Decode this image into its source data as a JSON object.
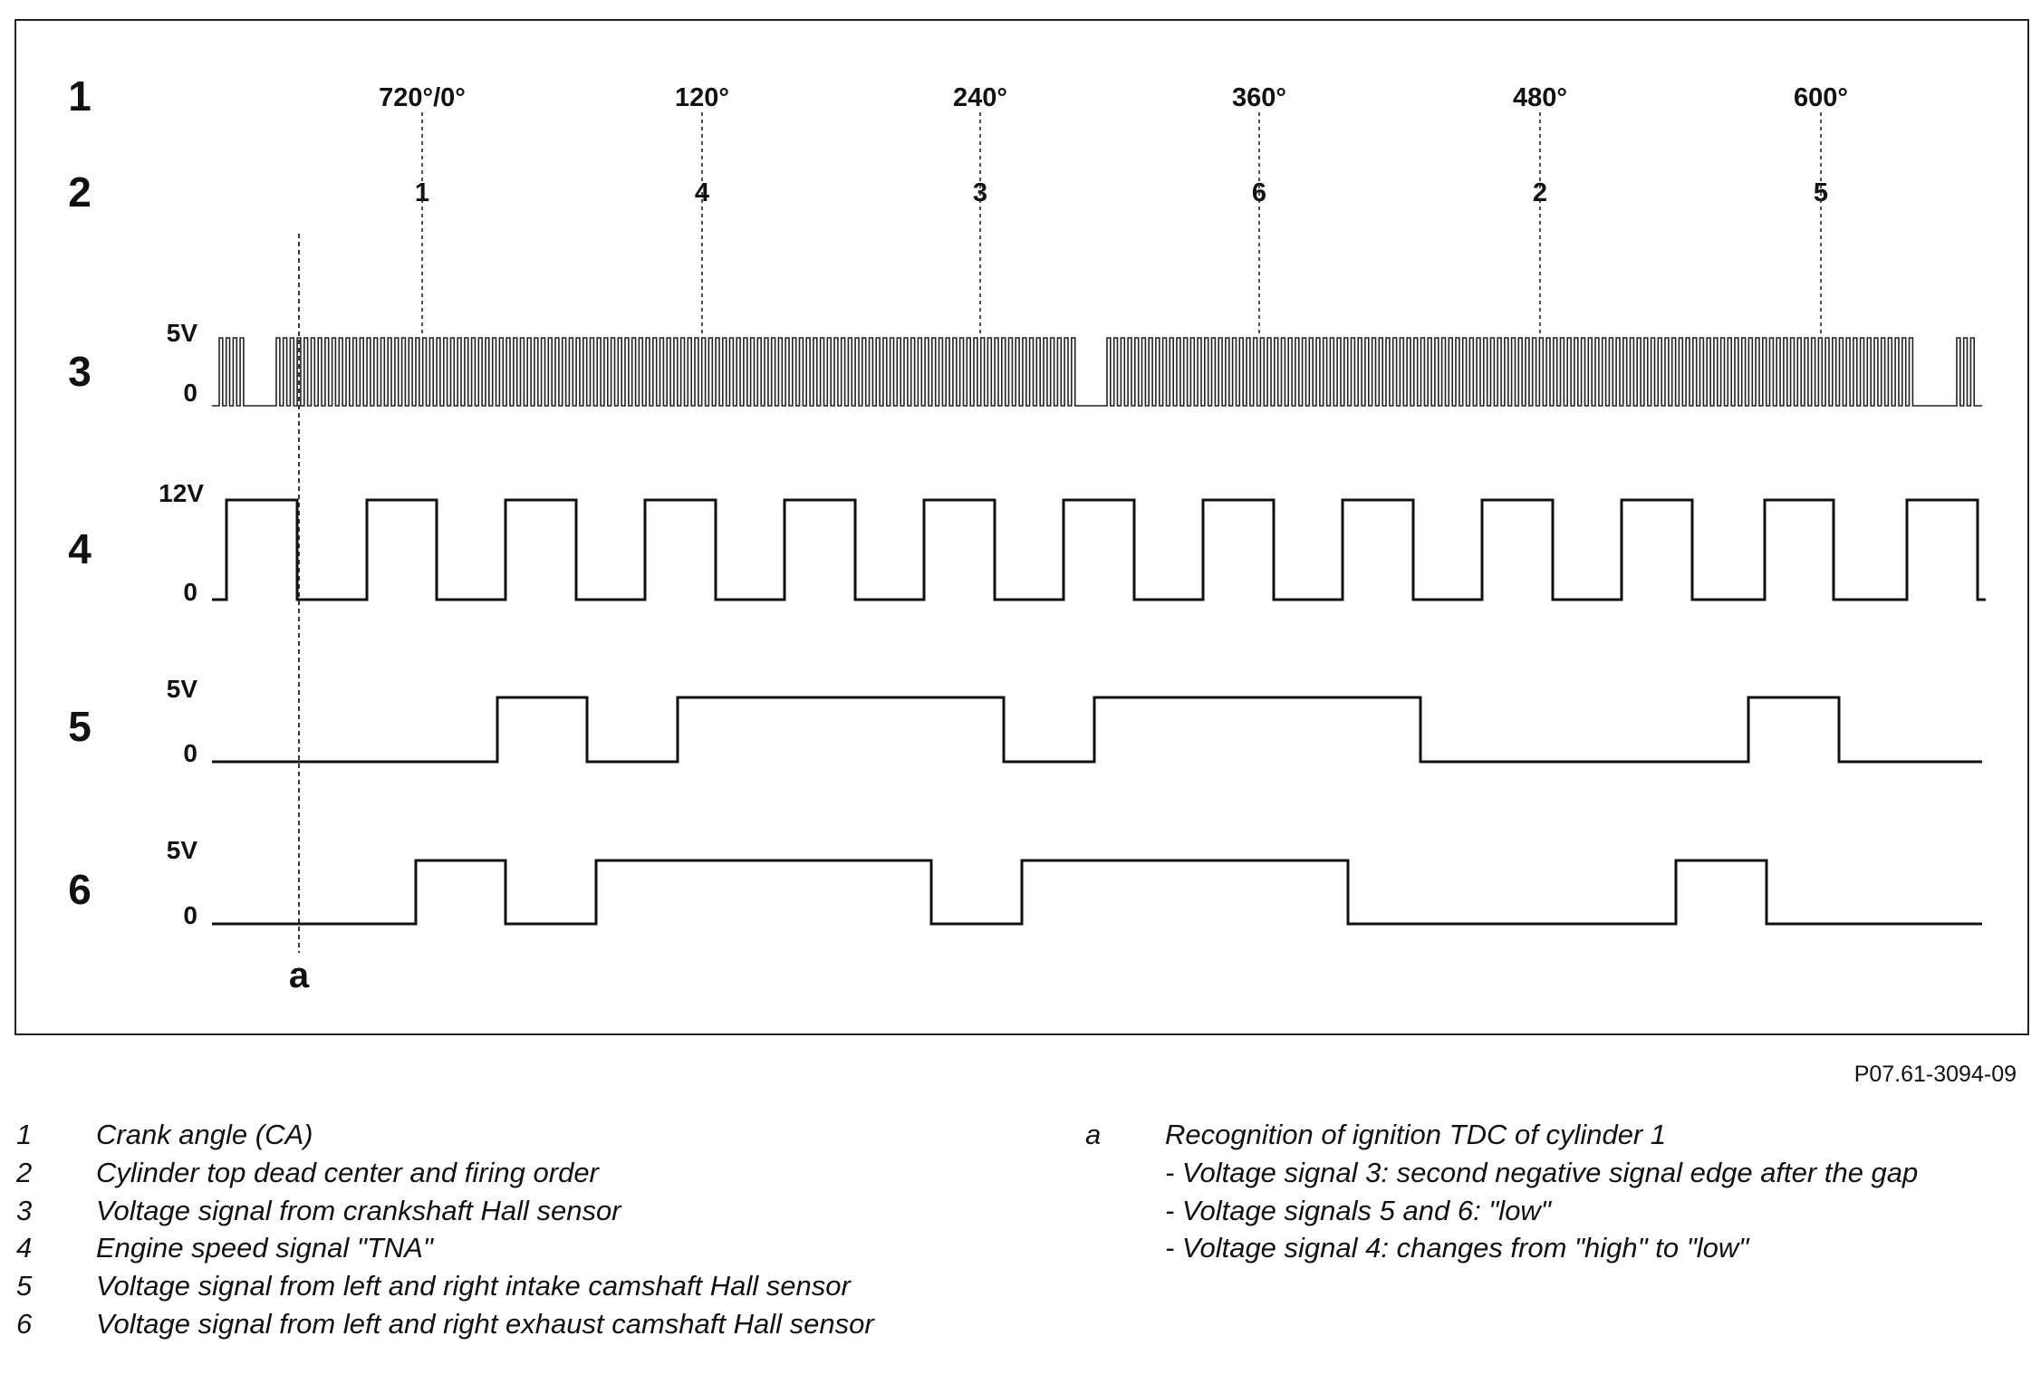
{
  "row_labels": [
    "1",
    "2",
    "3",
    "4",
    "5",
    "6"
  ],
  "crank_angles": [
    "720°/0°",
    "120°",
    "240°",
    "360°",
    "480°",
    "600°"
  ],
  "firing_order": [
    "1",
    "4",
    "3",
    "6",
    "2",
    "5"
  ],
  "level_labels": {
    "row3": {
      "high": "5V",
      "low": "0"
    },
    "row4": {
      "high": "12V",
      "low": "0"
    },
    "row5": {
      "high": "5V",
      "low": "0"
    },
    "row6": {
      "high": "5V",
      "low": "0"
    }
  },
  "marker_label": "a",
  "reference": "P07.61-3094-09",
  "legend": {
    "items": [
      {
        "num": "1",
        "text": "Crank angle (CA)"
      },
      {
        "num": "2",
        "text": "Cylinder top dead center and firing order"
      },
      {
        "num": "3",
        "text": "Voltage signal from crankshaft Hall sensor"
      },
      {
        "num": "4",
        "text": "Engine speed signal \"TNA\""
      },
      {
        "num": "5",
        "text": "Voltage signal from left and right intake camshaft Hall sensor"
      },
      {
        "num": "6",
        "text": "Voltage signal from left and right exhaust camshaft Hall sensor"
      }
    ],
    "marker": {
      "key": "a",
      "title": "Recognition of ignition TDC of cylinder 1",
      "bullets": [
        "- Voltage signal 3: second negative signal edge after the gap",
        "- Voltage signals 5 and 6: \"low\"",
        "- Voltage signal 4: changes from \"high\" to \"low\""
      ]
    }
  }
}
